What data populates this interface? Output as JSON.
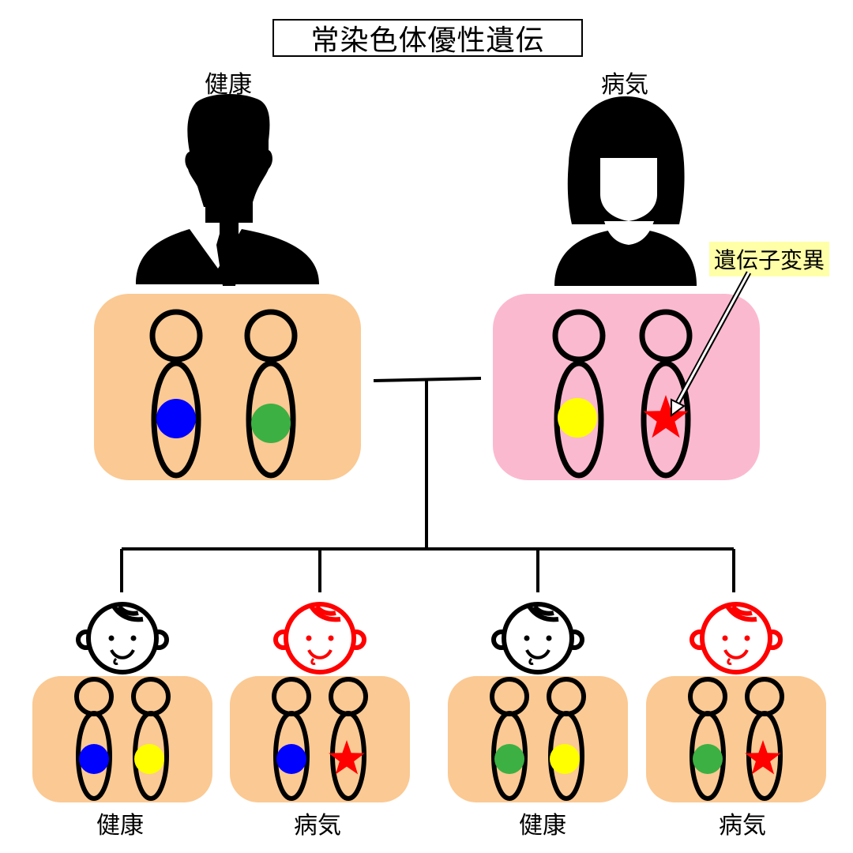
{
  "title": "常染色体優性遺伝",
  "father": {
    "label": "健康",
    "box_color": "#fbc993",
    "alleles": [
      "blue",
      "green"
    ]
  },
  "mother": {
    "label": "病気",
    "box_color": "#fbb9cf",
    "alleles": [
      "yellow",
      "mutant-star"
    ]
  },
  "mutation_label": "遺伝子変異",
  "children": [
    {
      "label": "健康",
      "face_color": "#000000",
      "alleles": [
        "blue",
        "yellow"
      ]
    },
    {
      "label": "病気",
      "face_color": "#ff0000",
      "alleles": [
        "blue",
        "mutant-star"
      ]
    },
    {
      "label": "健康",
      "face_color": "#000000",
      "alleles": [
        "green",
        "yellow"
      ]
    },
    {
      "label": "病気",
      "face_color": "#ff0000",
      "alleles": [
        "green",
        "mutant-star"
      ]
    }
  ],
  "colors": {
    "blue": "#0000ff",
    "green": "#3cb043",
    "yellow": "#ffff00",
    "mutant": "#ff0000",
    "child_box": "#fbc993"
  }
}
